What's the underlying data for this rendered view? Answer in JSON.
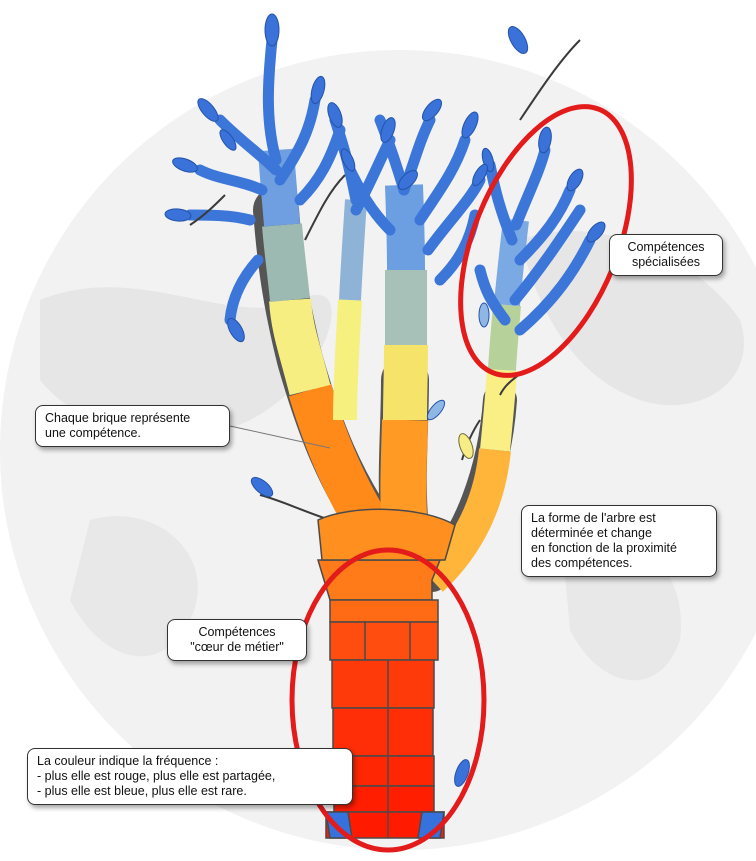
{
  "colors": {
    "background_globe": "#ececec",
    "highlight_ellipse": "#e31b1b",
    "frequent_brick": "#ff1e00",
    "rare_brick": "#2f63d8",
    "brick_outline": "#4a4a4a"
  },
  "callouts": {
    "specialized": {
      "lines": [
        "Compétences",
        "spécialisées"
      ]
    },
    "brick": {
      "lines": [
        "Chaque brique représente",
        "une compétence."
      ]
    },
    "shape": {
      "lines": [
        "La forme de l'arbre est",
        "déterminée et change",
        "en fonction de la proximité",
        "des compétences."
      ]
    },
    "core": {
      "lines": [
        "Compétences",
        "\"cœur de métier\""
      ]
    },
    "color": {
      "lines": [
        "La couleur indique la fréquence :",
        "- plus elle est rouge, plus elle est partagée,",
        "- plus elle est bleue, plus elle est rare."
      ]
    }
  }
}
